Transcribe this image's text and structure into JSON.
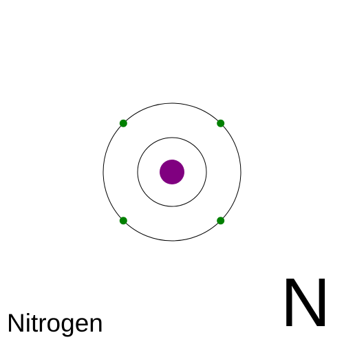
{
  "element": {
    "name": "Nitrogen",
    "symbol": "N"
  },
  "atom": {
    "shells": [
      {
        "electron_count": 0
      },
      {
        "electron_count": 4
      }
    ],
    "colors": {
      "nucleus": "#800080",
      "electron": "#008000",
      "shell_stroke": "#000000",
      "background": "#ffffff"
    }
  }
}
